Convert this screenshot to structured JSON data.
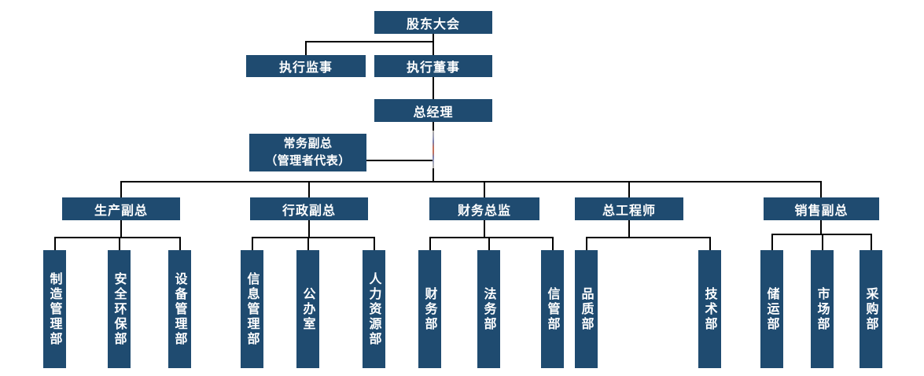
{
  "org": {
    "shareholders": {
      "label": "股东大会"
    },
    "executive_supervisor": {
      "label": "执行监事"
    },
    "executive_director": {
      "label": "执行董事"
    },
    "general_manager": {
      "label": "总经理"
    },
    "deputy_general_manager": {
      "label": "常务副总",
      "sublabel": "（管理者代表）"
    },
    "branches": [
      {
        "label": "生产副总",
        "departments": [
          "制造管理部",
          "安全环保部",
          "设备管理部"
        ]
      },
      {
        "label": "行政副总",
        "departments": [
          "信息管理部",
          "公办室",
          "人力资源部"
        ]
      },
      {
        "label": "财务总监",
        "departments": [
          "财务部",
          "法务部",
          "信管部"
        ]
      },
      {
        "label": "总工程师",
        "departments": [
          "品质部",
          "技术部"
        ]
      },
      {
        "label": "销售副总",
        "departments": [
          "储运部",
          "市场部",
          "采购部"
        ]
      }
    ]
  },
  "colors": {
    "node_fill": "#1F4B70",
    "node_text": "#FFFFFF",
    "connector": "#000000"
  }
}
